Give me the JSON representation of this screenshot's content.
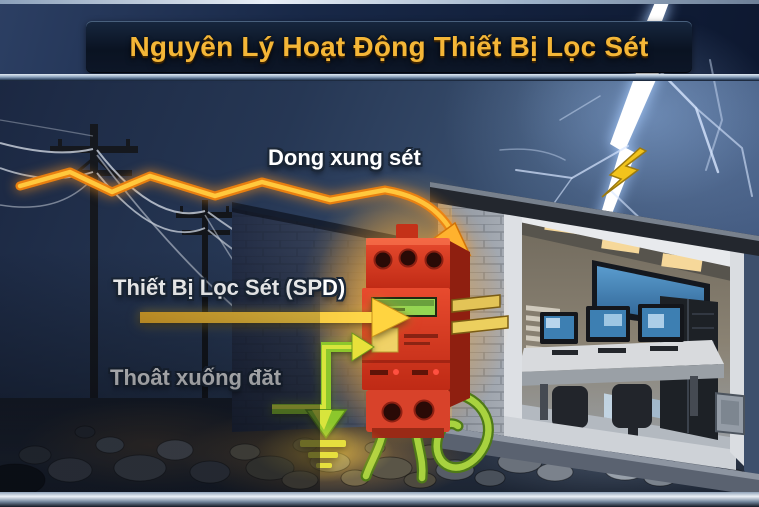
{
  "banner": {
    "title": "Nguyên Lý Hoạt Động Thiết Bị Lọc Sét"
  },
  "annotations": {
    "surge_label": "Dong xung sét",
    "spd_label": "Thiết Bị Lọc Sét (SPD)",
    "ground_label": "Thoât xuống đăt"
  },
  "icons": {
    "lightning_strike": "lightning-strike-icon",
    "cartoon_bolt": "lightning-bolt-icon",
    "grounding_symbol": "earth-ground-symbol-icon",
    "surge_arrow": "surge-current-arrow",
    "spd_arrow": "spd-pointer-arrow",
    "ground_arrow": "ground-discharge-arrow"
  },
  "colors": {
    "title_gold": "#f4b637",
    "banner_navy": "#101f38",
    "surge_orange": "#ff9a20",
    "arrow_yellow": "#ffd440",
    "ground_green": "#8cc72c",
    "device_red": "#d63a22",
    "lcd_green": "#94d653",
    "busbar_yellow": "#e3c457",
    "sky_blue": "#3e5478",
    "wall_gray": "#9aa0a8"
  },
  "scene": {
    "elements": [
      "utility-poles",
      "power-lines",
      "lightning-strike",
      "server-room-building",
      "spd-device",
      "grounding-symbol",
      "rocky-ground"
    ]
  }
}
